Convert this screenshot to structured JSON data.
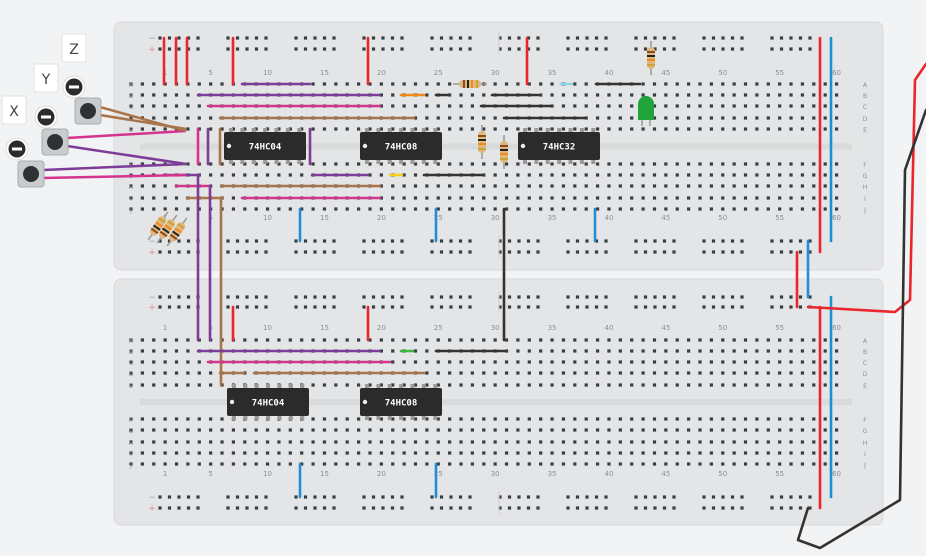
{
  "buttons": [
    {
      "label": "X"
    },
    {
      "label": "Y"
    },
    {
      "label": "Z"
    }
  ],
  "columns": [
    "1",
    "5",
    "10",
    "15",
    "20",
    "25",
    "30",
    "35",
    "40",
    "45",
    "50",
    "55",
    "60"
  ],
  "rows_top": [
    "A",
    "B",
    "C",
    "D",
    "E"
  ],
  "rows_bottom": [
    "F",
    "G",
    "H",
    "I",
    "J"
  ],
  "rail_signs": {
    "minus": "−",
    "plus": "+"
  },
  "chips_board1": [
    {
      "label": "74HC04"
    },
    {
      "label": "74HC08"
    },
    {
      "label": "74HC32"
    }
  ],
  "chips_board2": [
    {
      "label": "74HC04"
    },
    {
      "label": "74HC08"
    }
  ],
  "colors": {
    "board": "#e4e5e6",
    "hole": "#3a3d40",
    "red": "#e8262b",
    "blue": "#1f8fd1",
    "black": "#333333",
    "purple": "#7c3c97",
    "magenta": "#d4348e",
    "brown": "#a9744a",
    "orange": "#f08a19",
    "yellow": "#f2d21b",
    "green": "#3db63f",
    "cyan": "#8dd6e6",
    "led": "#21a53b",
    "chip": "#2b2b2b"
  }
}
